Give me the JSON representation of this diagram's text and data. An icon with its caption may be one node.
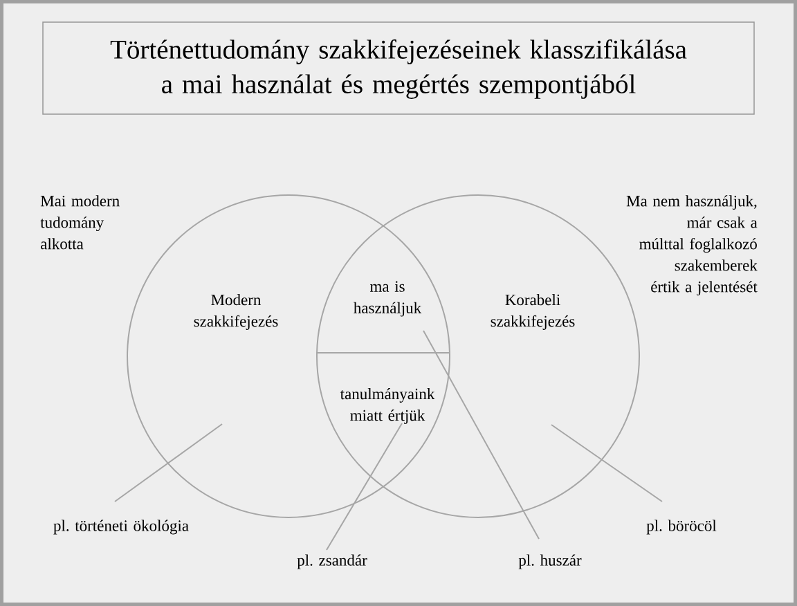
{
  "diagram": {
    "title": "Történettudomány szakkifejezéseinek klasszifikálása a mai használat és megértés szempontjából",
    "nodes": [
      {
        "text": [
          "Modern szakkifejezés"
        ]
      },
      {
        "text": [
          "Korabeli szakkifejezés"
        ]
      },
      {
        "text": [
          "ma is használjuk"
        ]
      },
      {
        "text": [
          "tanulmányaink miatt értjük"
        ]
      },
      {
        "text": [
          "pl. történeti ökológia"
        ]
      },
      {
        "text": [
          "pl. zsandár"
        ]
      },
      {
        "text": [
          "pl. huszár"
        ]
      },
      {
        "text": [
          "pl. böröcöl"
        ]
      }
    ],
    "edges": [
      {
        "from": 4,
        "to": 0,
        "arrow": "none"
      },
      {
        "from": 5,
        "to": 3,
        "arrow": "none"
      },
      {
        "from": 6,
        "to": 2,
        "arrow": "none"
      },
      {
        "from": 7,
        "to": 1,
        "arrow": "none"
      }
    ],
    "labels": [
      "Mai modern tudomány alkotta",
      "Ma nem használjuk, már csak a múlttal foglalkozó szakemberek értik a jelentését"
    ]
  }
}
